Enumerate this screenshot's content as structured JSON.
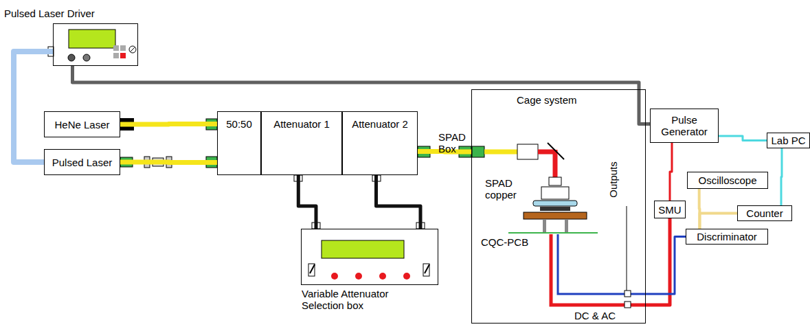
{
  "diagram": {
    "nodes": [
      {
        "text": [
          "Pulsed Laser Driver"
        ]
      },
      {
        "text": [
          "HeNe Laser"
        ]
      },
      {
        "text": [
          "Pulsed Laser"
        ]
      },
      {
        "text": [
          "50:50"
        ]
      },
      {
        "text": [
          "Attenuator 1"
        ]
      },
      {
        "text": [
          "Attenuator 2"
        ]
      },
      {
        "text": [
          "Variable Attenuator Selection box"
        ]
      },
      {
        "text": [
          "SPAD Box"
        ]
      },
      {
        "text": [
          "Pulse Generator"
        ]
      },
      {
        "text": [
          "Lab PC"
        ]
      },
      {
        "text": [
          "SMU"
        ]
      },
      {
        "text": [
          "Oscilloscope"
        ]
      },
      {
        "text": [
          "Counter"
        ]
      },
      {
        "text": [
          "Discriminator"
        ]
      }
    ],
    "edges": [
      {
        "from": 0,
        "to": 2,
        "arrow": "none"
      },
      {
        "from": 1,
        "to": 3,
        "arrow": "none"
      },
      {
        "from": 2,
        "to": 3,
        "arrow": "none"
      },
      {
        "from": 5,
        "to": 7,
        "arrow": "none"
      },
      {
        "from": 4,
        "to": 6,
        "arrow": "none"
      },
      {
        "from": 5,
        "to": 6,
        "arrow": "none"
      },
      {
        "from": 0,
        "to": 8,
        "arrow": "none"
      },
      {
        "from": 8,
        "to": 9,
        "arrow": "none"
      },
      {
        "from": 9,
        "to": 12,
        "arrow": "none"
      },
      {
        "from": 13,
        "to": 11,
        "arrow": "none"
      },
      {
        "from": 13,
        "to": 12,
        "arrow": "none"
      },
      {
        "from": 8,
        "to": 10,
        "arrow": "none"
      },
      {
        "from": 10,
        "to": 7,
        "arrow": "none"
      },
      {
        "from": 7,
        "to": 13,
        "arrow": "none"
      }
    ],
    "labels": [
      "Cage system",
      "SPAD copper",
      "CQC-PCB",
      "Outputs",
      "DC & AC"
    ]
  }
}
